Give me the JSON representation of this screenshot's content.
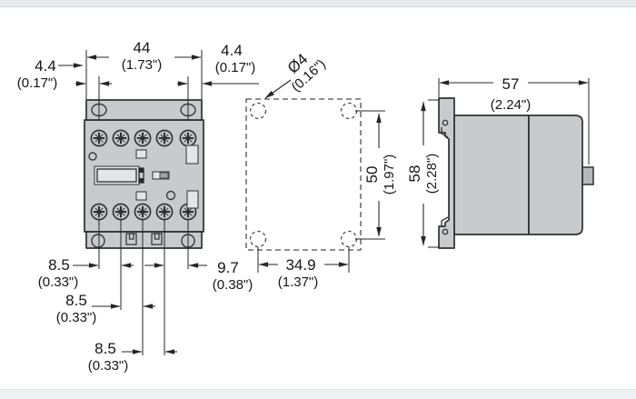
{
  "drawing": {
    "front_view": {
      "top_width": {
        "mm": "44",
        "in": "(1.73\")"
      },
      "left_hole_offset": {
        "mm": "4.4",
        "in": "(0.17\")"
      },
      "right_hole_offset": {
        "mm": "4.4",
        "in": "(0.17\")"
      },
      "terminal_pitch_1": {
        "mm": "8.5",
        "in": "(0.33\")"
      },
      "terminal_pitch_2": {
        "mm": "8.5",
        "in": "(0.33\")"
      },
      "terminal_pitch_3": {
        "mm": "8.5",
        "in": "(0.33\")"
      },
      "terminal_pitch_4": {
        "mm": "9.7",
        "in": "(0.38\")"
      }
    },
    "mounting_pattern": {
      "hole_diameter": {
        "mm": "Ø4",
        "in": "(0.16\")"
      },
      "hole_spacing_v": {
        "mm": "50",
        "in": "(1.97\")"
      },
      "hole_spacing_h": {
        "mm": "34.9",
        "in": "(1.37\")"
      }
    },
    "side_view": {
      "depth": {
        "mm": "57",
        "in": "(2.24\")"
      },
      "height": {
        "mm": "58",
        "in": "(2.28\")"
      }
    }
  }
}
